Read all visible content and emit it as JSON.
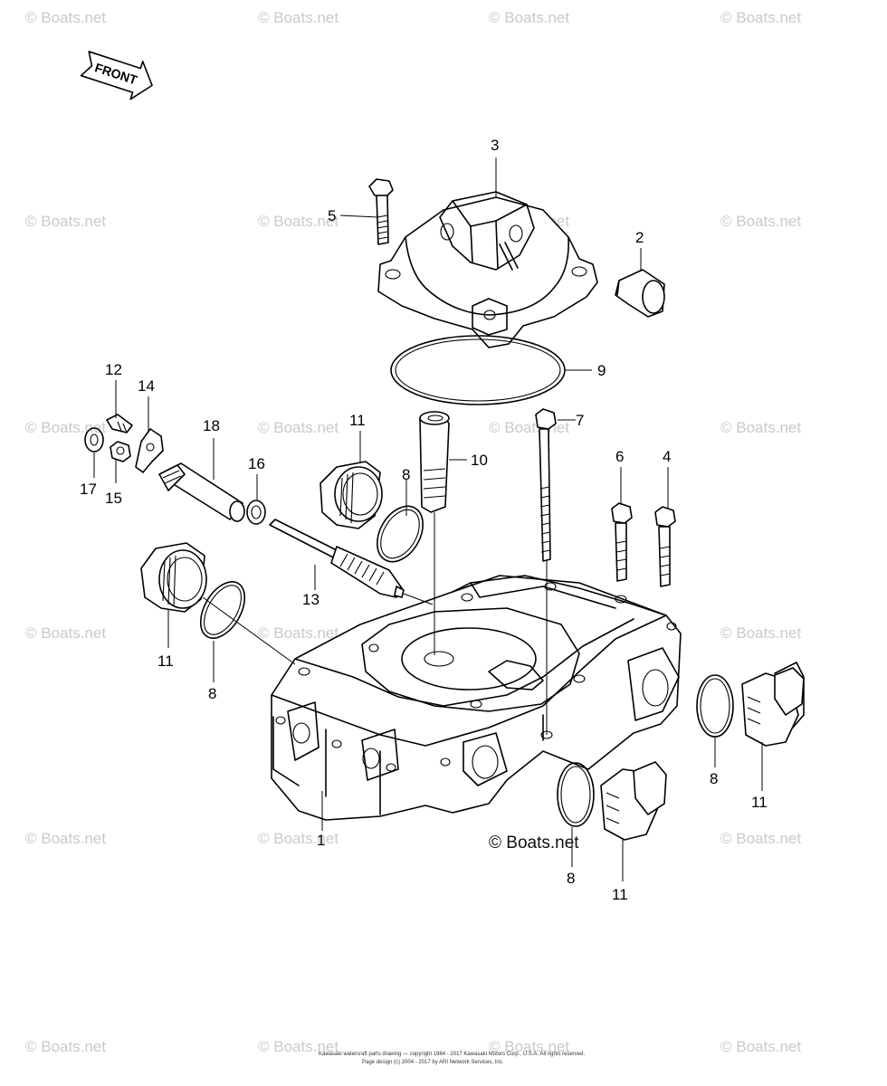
{
  "front_label": "FRONT",
  "brand_label": "© Boats.net",
  "watermark": "© Boats.net",
  "footer": {
    "line1": "Kawasaki watercraft parts drawing — copyright 1984 - 2017 Kawasaki Motors Corp., U.S.A. All rights reserved.",
    "line2": "Page design (c) 2004 - 2017 by ARI Network Services, Inc."
  },
  "callouts": {
    "c1": "1",
    "c2": "2",
    "c3": "3",
    "c4": "4",
    "c5": "5",
    "c6": "6",
    "c7": "7",
    "c8a": "8",
    "c8b": "8",
    "c8c": "8",
    "c8d": "8",
    "c9": "9",
    "c10": "10",
    "c11a": "11",
    "c11b": "11",
    "c11c": "11",
    "c11d": "11",
    "c12": "12",
    "c13": "13",
    "c14": "14",
    "c15": "15",
    "c16": "16",
    "c17": "17",
    "c18": "18"
  }
}
